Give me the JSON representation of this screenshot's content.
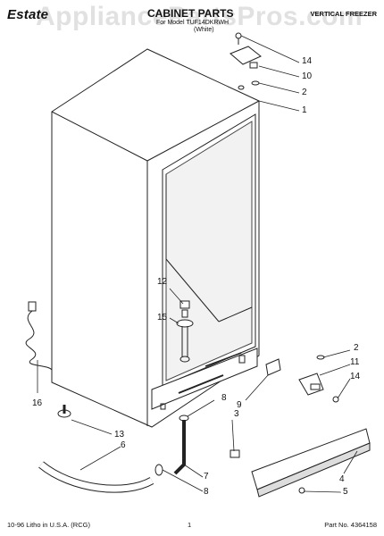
{
  "header": {
    "brand": "Estate",
    "watermark": "AppliancePartsPros.com",
    "title": "CABINET PARTS",
    "subtitle": "For Model TUF14DKRWH",
    "variant": "(White)",
    "right_title": "VERTICAL FREEZER"
  },
  "footer": {
    "left": "10-96 Litho in U.S.A. (RCG)",
    "page": "1",
    "part_no": "Part No. 4364158"
  },
  "callouts": {
    "c14a": "14",
    "c10": "10",
    "c2a": "2",
    "c1": "1",
    "c12": "12",
    "c15": "15",
    "c16": "16",
    "c2b": "2",
    "c11": "11",
    "c14b": "14",
    "c9": "9",
    "c8a": "8",
    "c3": "3",
    "c13": "13",
    "c6": "6",
    "c7": "7",
    "c8b": "8",
    "c4": "4",
    "c5": "5"
  }
}
